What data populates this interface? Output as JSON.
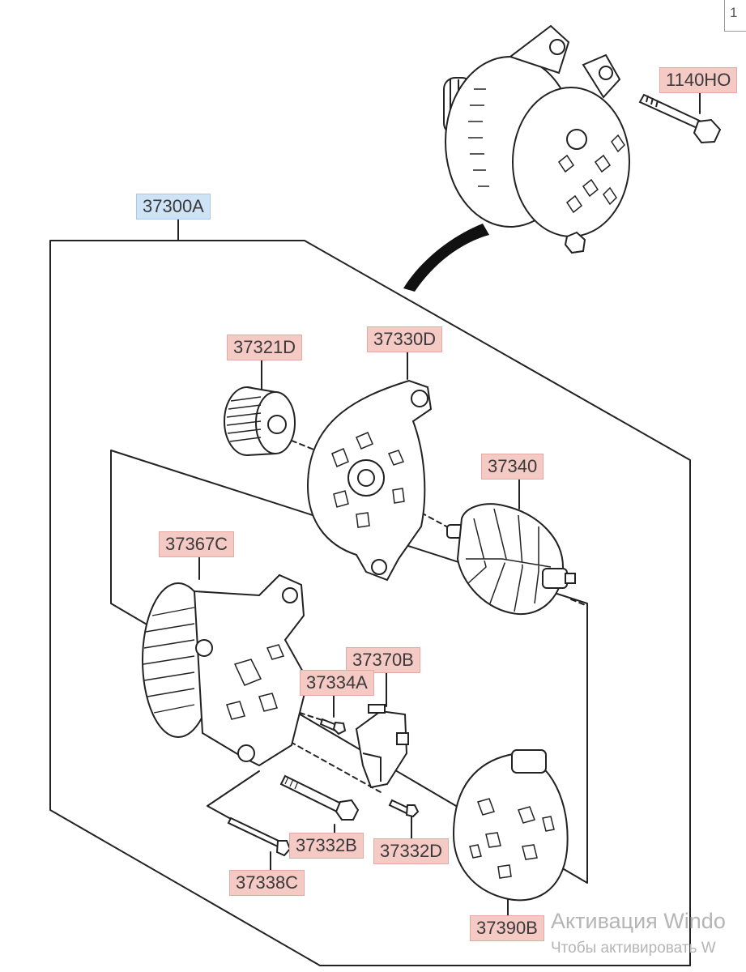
{
  "corner_tab": "1",
  "labels": {
    "assembly": "37300A",
    "bolt_top": "1140HO",
    "pulley": "37321D",
    "front_bracket": "37330D",
    "rotor": "37340",
    "rear_bracket": "37367C",
    "regulator": "37370B",
    "screw_small": "37334A",
    "bolt_b": "37332B",
    "bolt_d": "37332D",
    "through_bolt": "37338C",
    "rear_cover": "37390B"
  },
  "watermark": {
    "line1": "Активация Windo",
    "line2": "Чтобы активировать W"
  },
  "colors": {
    "part_label_bg": "#f5c9c4",
    "assembly_label_bg": "#cfe3f7",
    "line": "#222222"
  }
}
